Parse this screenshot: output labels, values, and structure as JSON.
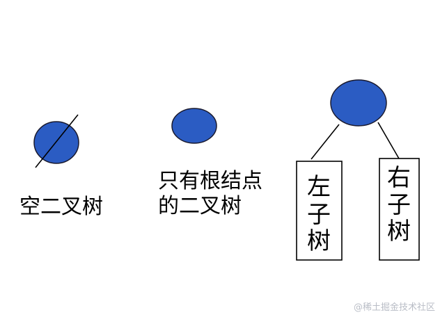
{
  "colors": {
    "node_fill": "#2b5cc3",
    "node_stroke": "#1a1a2e",
    "line": "#000000",
    "watermark": "#b9bdc6"
  },
  "empty_tree": {
    "label": "空二叉树"
  },
  "root_only_tree": {
    "label_line1": "只有根结点",
    "label_line2": "的二叉树"
  },
  "full_tree": {
    "left_subtree": [
      "左",
      "子",
      "树"
    ],
    "right_subtree": [
      "右",
      "子",
      "树"
    ]
  },
  "watermark": "@稀土掘金技术社区"
}
